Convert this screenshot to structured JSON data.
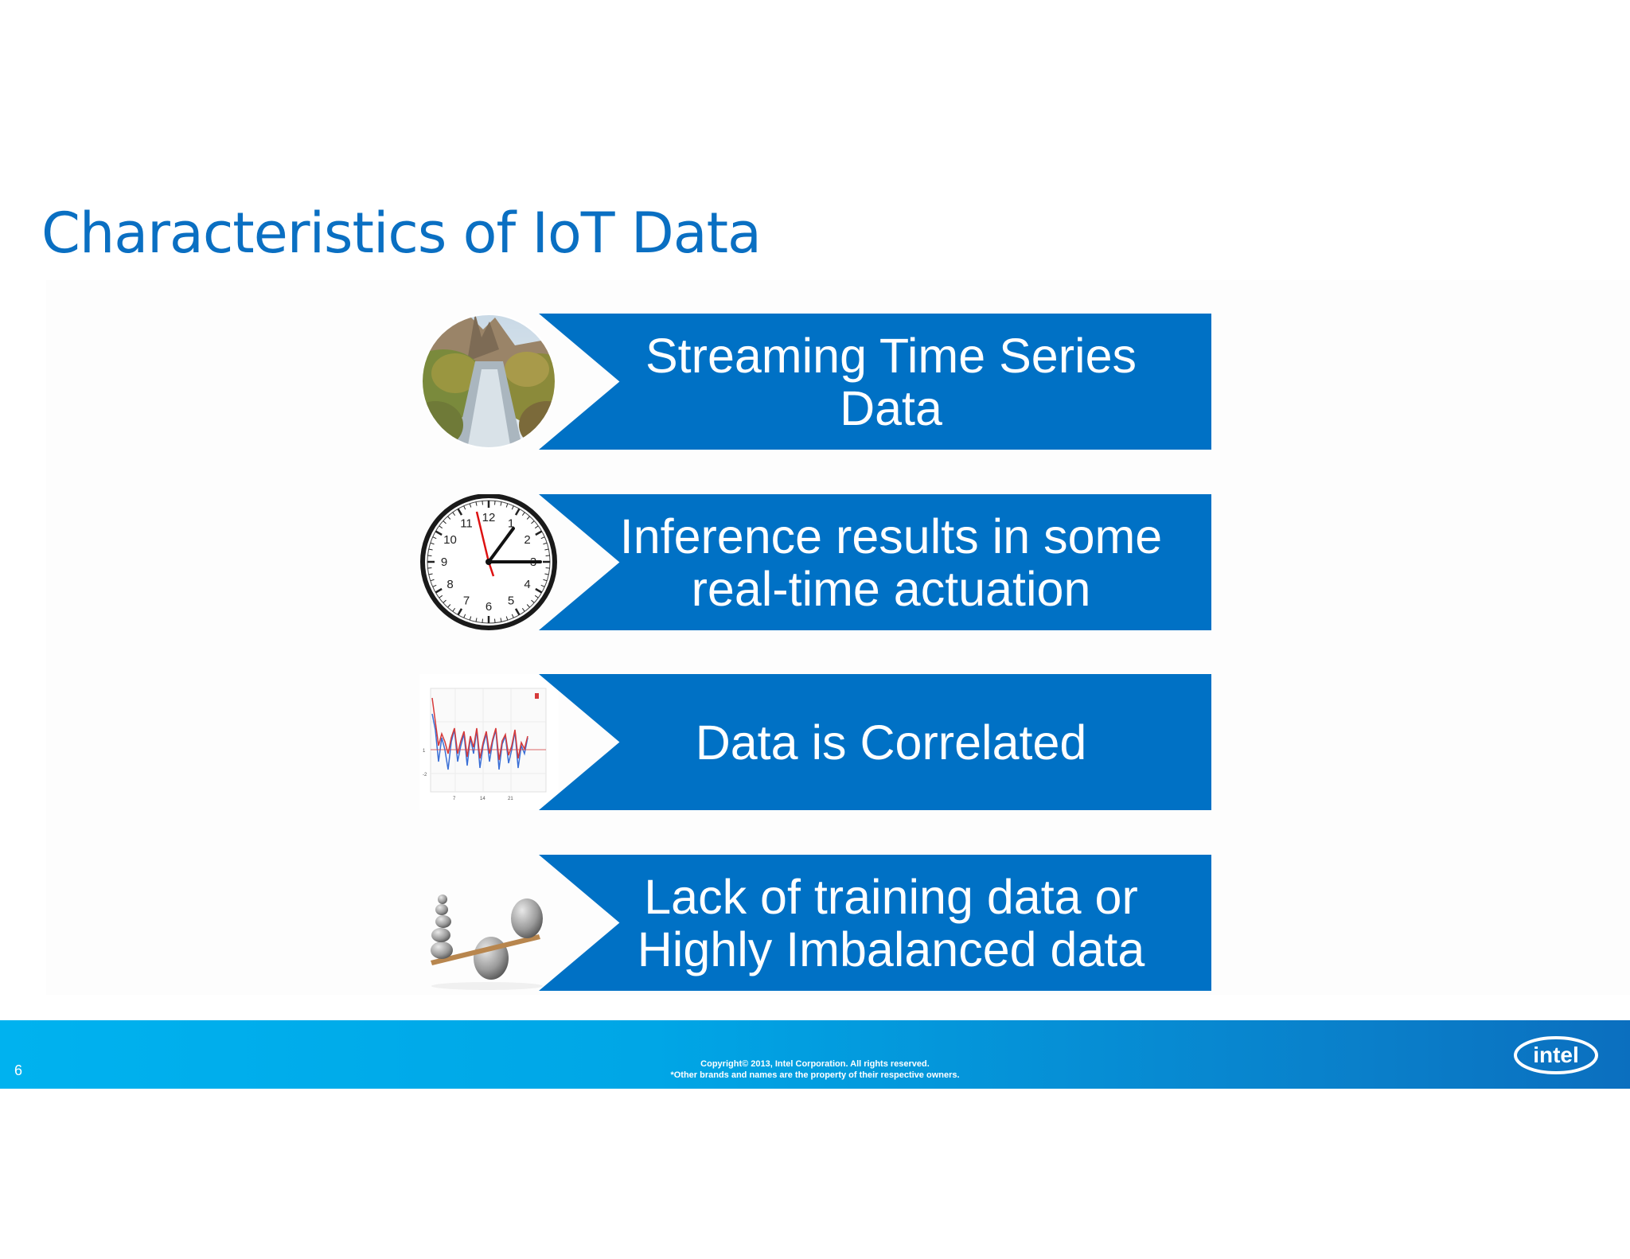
{
  "slide": {
    "title": "Characteristics of IoT Data",
    "items": [
      {
        "icon": "river-photo-icon",
        "text": "Streaming Time Series\nData"
      },
      {
        "icon": "clock-icon",
        "text": "Inference results in some\nreal-time actuation"
      },
      {
        "icon": "line-chart-icon",
        "text": "Data is Correlated"
      },
      {
        "icon": "balance-stones-icon",
        "text": "Lack of training data or\nHighly Imbalanced data"
      }
    ],
    "clock_labels": [
      "12",
      "1",
      "2",
      "3",
      "4",
      "5",
      "6",
      "7",
      "8",
      "9",
      "10",
      "11"
    ]
  },
  "footer": {
    "page_number": "6",
    "copyright_line1": "Copyright© 2013, Intel Corporation. All rights reserved.",
    "copyright_line2": "*Other brands and names are the property of their respective owners.",
    "logo_text": "intel"
  },
  "colors": {
    "title": "#0a6fc2",
    "banner": "#0071c5",
    "footer_start": "#00b2ef",
    "footer_end": "#0b6fbf"
  }
}
